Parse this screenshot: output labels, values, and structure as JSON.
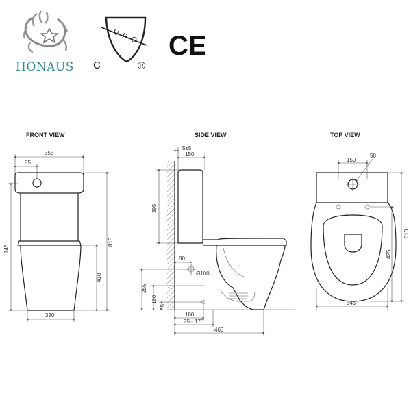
{
  "brand": {
    "name": "HONAUS",
    "color": "#2f8a93"
  },
  "certifications": {
    "upc_letters": [
      "U",
      "P",
      "C"
    ],
    "upc_c_mark": "C",
    "registered_mark": "®",
    "ce_mark": "CE"
  },
  "views": {
    "front": {
      "title": "FRONT VIEW",
      "dims": {
        "tank_width": "355",
        "outlet_offset": "85",
        "overall_height": "745",
        "height_to_top": "815",
        "seat_height": "410",
        "base_width": "320"
      }
    },
    "side": {
      "title": "SIDE VIEW",
      "dims": {
        "wall_gap": "5±5",
        "tank_depth": "150",
        "tank_height": "395",
        "inlet_height": "255",
        "inlet_offset": "80",
        "drain_diameter": "Ø100",
        "outlet_height": "180",
        "outlet_low": "35",
        "rough_in": "180",
        "rough_in_range": "75 - 170",
        "overall_depth": "460"
      }
    },
    "top": {
      "title": "TOP VIEW",
      "dims": {
        "button_offset": "150",
        "button_diameter": "50",
        "overall_length": "610",
        "bowl_length": "425",
        "overall_width": "345"
      }
    }
  }
}
